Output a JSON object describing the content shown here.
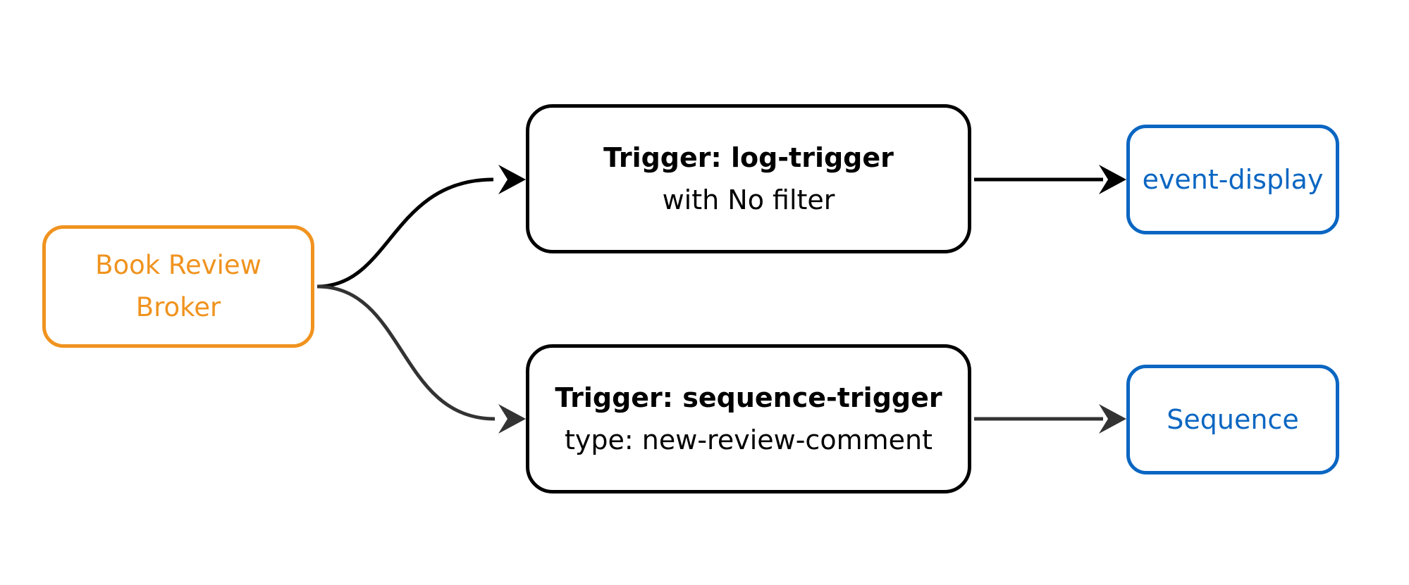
{
  "colors": {
    "broker": "#f0931f",
    "trigger": "#000000",
    "sink": "#0a66c2",
    "edge_top": "#000000",
    "edge_bottom": "#333333"
  },
  "broker": {
    "line1": "Book Review",
    "line2": "Broker"
  },
  "triggers": [
    {
      "title": "Trigger: log-trigger",
      "detail": "with No filter"
    },
    {
      "title": "Trigger: sequence-trigger",
      "detail": "type: new-review-comment"
    }
  ],
  "sinks": [
    {
      "label": "event-display"
    },
    {
      "label": "Sequence"
    }
  ]
}
